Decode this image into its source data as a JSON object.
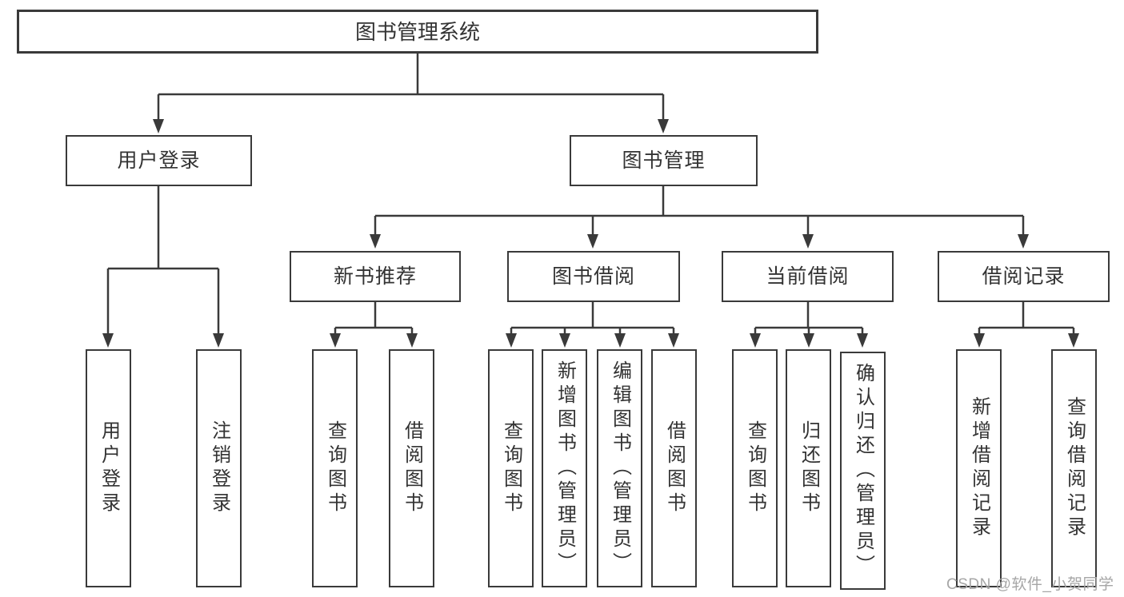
{
  "colors": {
    "background": "#ffffff",
    "line": "#3a3a3a",
    "box_border": "#3a3a3a",
    "box_fill": "#ffffff",
    "text": "#333333",
    "watermark_text": "#a6a6a6"
  },
  "nodes": {
    "root": {
      "label": "图书管理系统"
    },
    "user_login": {
      "label": "用户登录"
    },
    "book_mgmt": {
      "label": "图书管理"
    },
    "new_book_rec": {
      "label": "新书推荐"
    },
    "book_borrow": {
      "label": "图书借阅"
    },
    "current_borrow": {
      "label": "当前借阅"
    },
    "borrow_records": {
      "label": "借阅记录"
    },
    "leaves": {
      "user_login": {
        "label": "用户登录"
      },
      "logout": {
        "label": "注销登录"
      },
      "query_book_new": {
        "label": "查询图书"
      },
      "borrow_book_new": {
        "label": "借阅图书"
      },
      "query_book_borrow": {
        "label": "查询图书"
      },
      "add_book": {
        "label": "新增图书（管理员）"
      },
      "edit_book": {
        "label": "编辑图书（管理员）"
      },
      "borrow_book_borrow": {
        "label": "借阅图书"
      },
      "query_book_current": {
        "label": "查询图书"
      },
      "return_book": {
        "label": "归还图书"
      },
      "confirm_return": {
        "label": "确认归还（管理员）"
      },
      "add_borrow_record": {
        "label": "新增借阅记录"
      },
      "query_borrow_record": {
        "label": "查询借阅记录"
      }
    }
  },
  "watermark": {
    "text": "CSDN @软件_小贺同学"
  }
}
